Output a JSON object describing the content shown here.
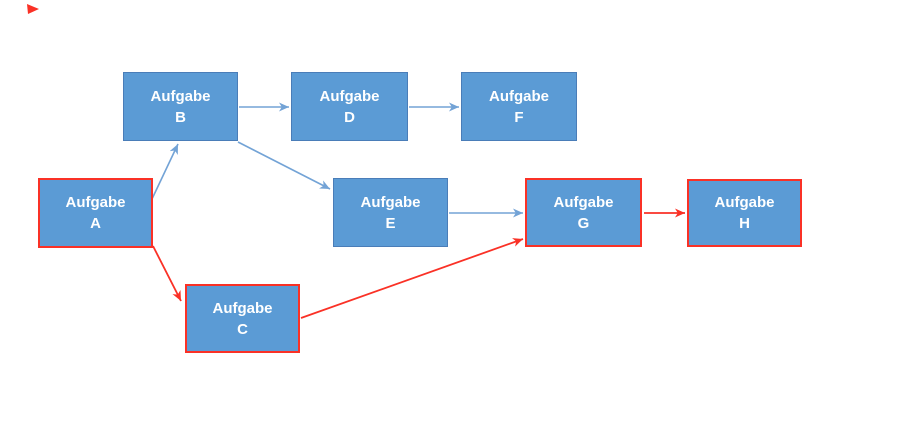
{
  "diagram": {
    "type": "task-precedence-network",
    "language": "de",
    "nodes": [
      {
        "id": "A",
        "title": "Aufgabe",
        "letter": "A",
        "critical": true
      },
      {
        "id": "B",
        "title": "Aufgabe",
        "letter": "B",
        "critical": false
      },
      {
        "id": "C",
        "title": "Aufgabe",
        "letter": "C",
        "critical": true
      },
      {
        "id": "D",
        "title": "Aufgabe",
        "letter": "D",
        "critical": false
      },
      {
        "id": "E",
        "title": "Aufgabe",
        "letter": "E",
        "critical": false
      },
      {
        "id": "F",
        "title": "Aufgabe",
        "letter": "F",
        "critical": false
      },
      {
        "id": "G",
        "title": "Aufgabe",
        "letter": "G",
        "critical": true
      },
      {
        "id": "H",
        "title": "Aufgabe",
        "letter": "H",
        "critical": true
      }
    ],
    "edges": [
      {
        "from": "A",
        "to": "B",
        "critical": false
      },
      {
        "from": "A",
        "to": "C",
        "critical": true
      },
      {
        "from": "B",
        "to": "D",
        "critical": false
      },
      {
        "from": "B",
        "to": "E",
        "critical": false
      },
      {
        "from": "D",
        "to": "F",
        "critical": false
      },
      {
        "from": "E",
        "to": "G",
        "critical": false
      },
      {
        "from": "C",
        "to": "G",
        "critical": true
      },
      {
        "from": "G",
        "to": "H",
        "critical": true
      }
    ]
  },
  "colors": {
    "node_fill": "#5b9bd5",
    "node_border_blue": "#4a7db8",
    "critical_red": "#fa3126",
    "connector_blue": "#73a3d6",
    "node_text": "#ffffff",
    "background": "#ffffff"
  }
}
